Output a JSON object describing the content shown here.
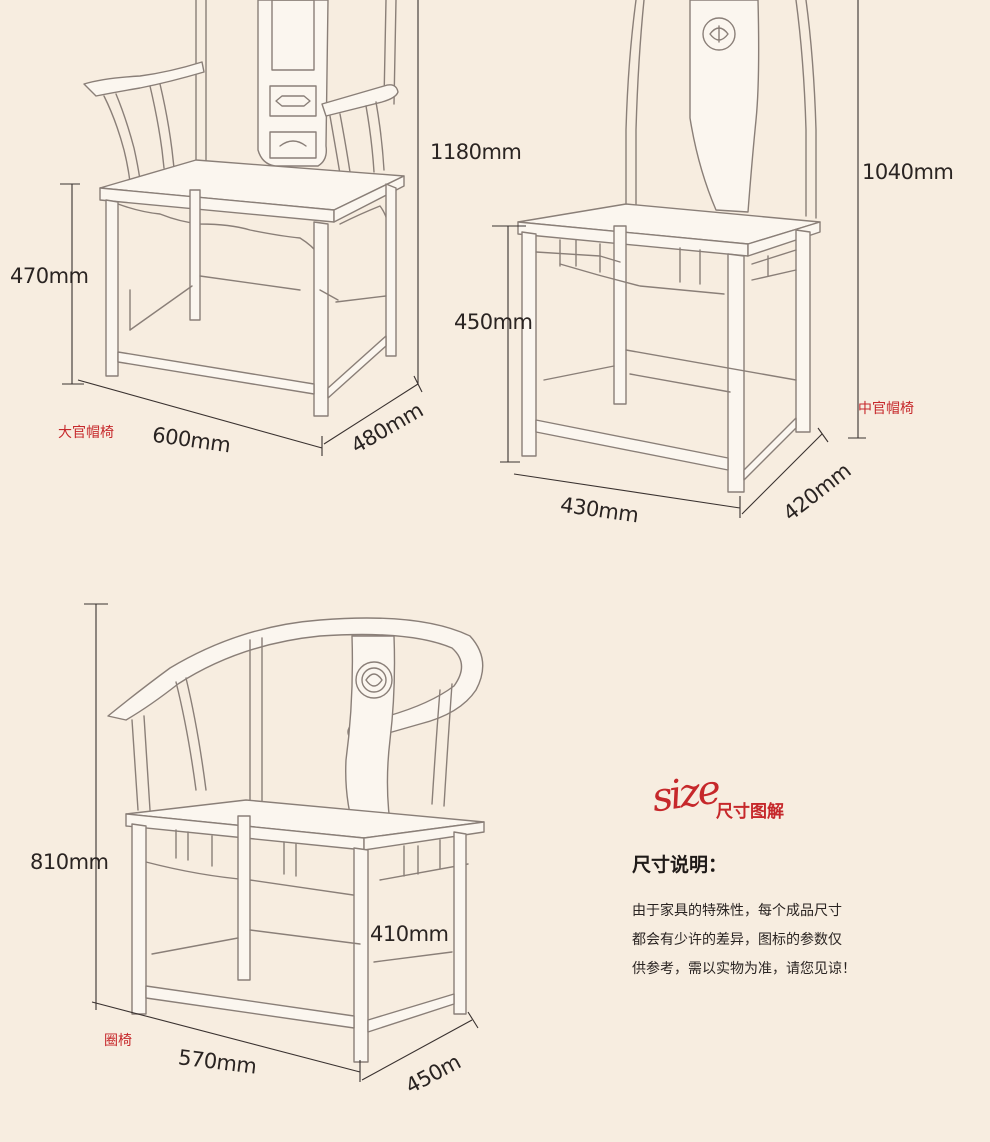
{
  "chairs": {
    "guanmao_large": {
      "name": "大官帽椅",
      "height": "1180mm",
      "seat_height": "470mm",
      "width": "600mm",
      "depth": "480mm"
    },
    "guanmao_medium": {
      "name": "中官帽椅",
      "height": "1040mm",
      "seat_height": "450mm",
      "width": "430mm",
      "depth": "420mm"
    },
    "round_chair": {
      "name": "圈椅",
      "height": "810mm",
      "seat_height": "410mm",
      "width": "570mm",
      "depth": "450m"
    }
  },
  "size_block": {
    "script": "size",
    "title": "尺寸图解"
  },
  "note": {
    "heading": "尺寸说明：",
    "lines": [
      "由于家具的特殊性，每个成品尺寸",
      "都会有少许的差异，图标的参数仅",
      "供参考，需以实物为准，请您见谅！"
    ]
  },
  "colors": {
    "background": "#f7ede0",
    "accent_red": "#c6282b",
    "sketch_line": "#8a7f78",
    "text": "#2a2422"
  }
}
